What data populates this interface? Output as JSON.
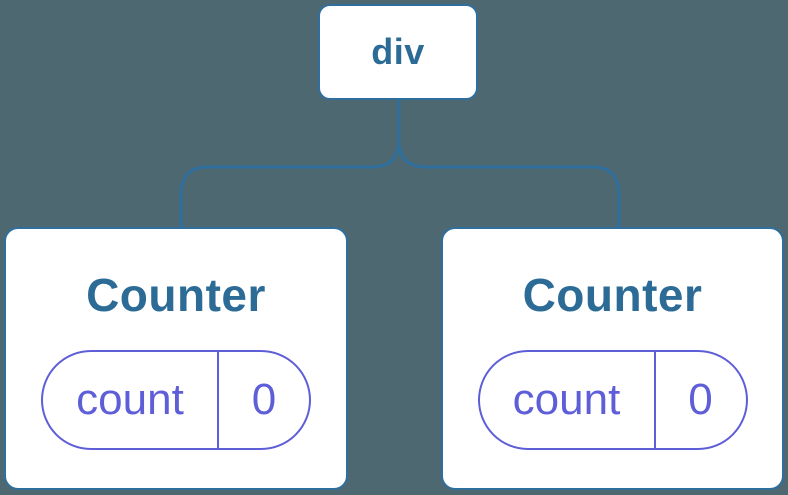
{
  "colors": {
    "background": "#4D6870",
    "stroke_blue": "#2F6F9E",
    "heading_blue": "#2D6B97",
    "state_purple": "#5E5FD8",
    "card_white": "#FFFFFF"
  },
  "diagram": {
    "type": "component-tree",
    "root": {
      "label": "div"
    },
    "children": [
      {
        "title": "Counter",
        "state": {
          "key": "count",
          "value": "0"
        }
      },
      {
        "title": "Counter",
        "state": {
          "key": "count",
          "value": "0"
        }
      }
    ]
  }
}
